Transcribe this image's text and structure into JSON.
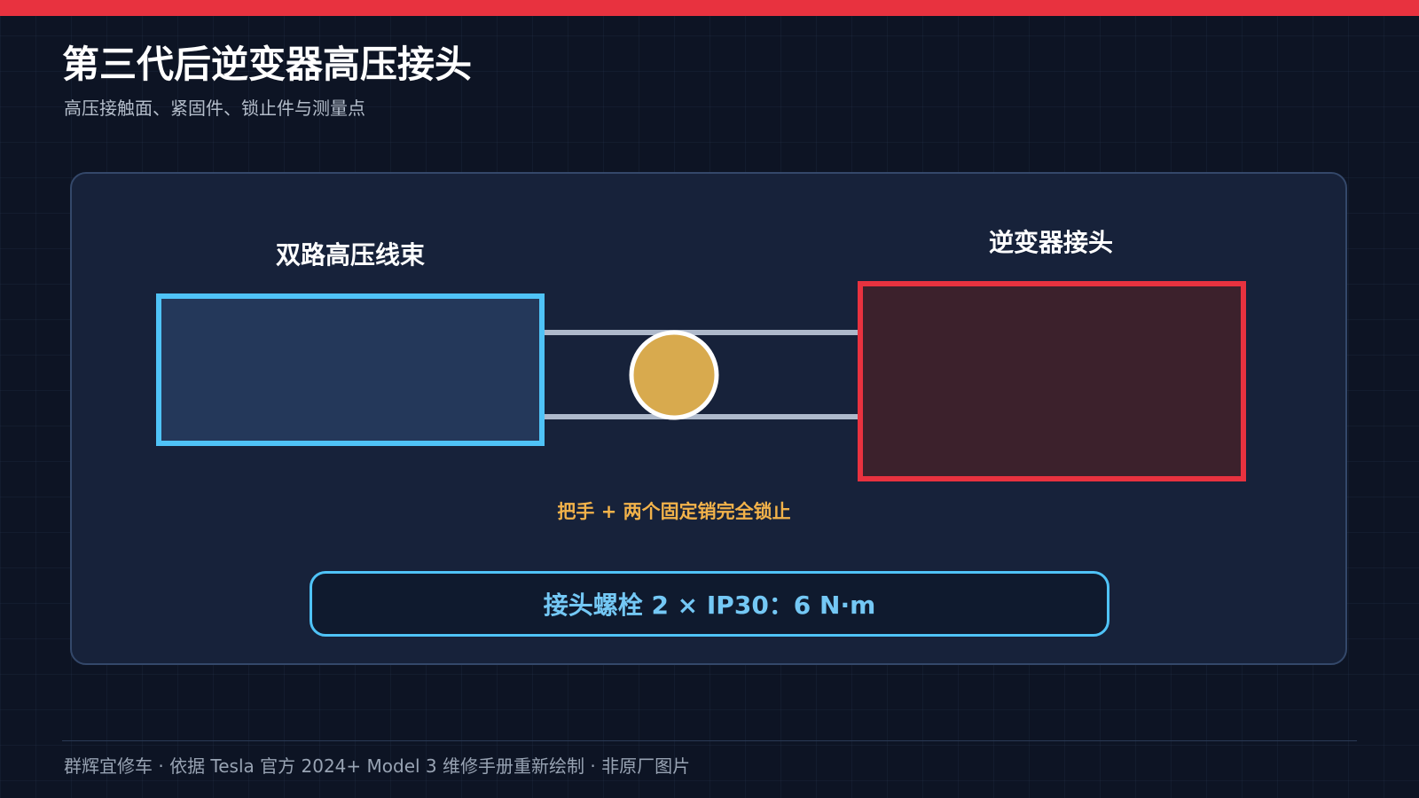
{
  "header": {
    "title": "第三代后逆变器高压接头",
    "subtitle": "高压接触面、紧固件、锁止件与测量点"
  },
  "diagram": {
    "left_label": "双路高压线束",
    "right_label": "逆变器接头",
    "lock_note": "把手 + 两个固定销完全锁止",
    "torque_spec": "接头螺栓 2 × IP30：6 N·m"
  },
  "footer": {
    "text": "群辉宜修车 · 依据 Tesla 官方 2024+ Model 3 维修手册重新绘制 · 非原厂图片"
  },
  "colors": {
    "accent_red": "#e8323f",
    "harness_blue": "#4fc3f7",
    "pin_gold": "#d8aa4e",
    "lock_note": "#f2b24a",
    "background": "#0d1424",
    "panel": "#17223a"
  }
}
